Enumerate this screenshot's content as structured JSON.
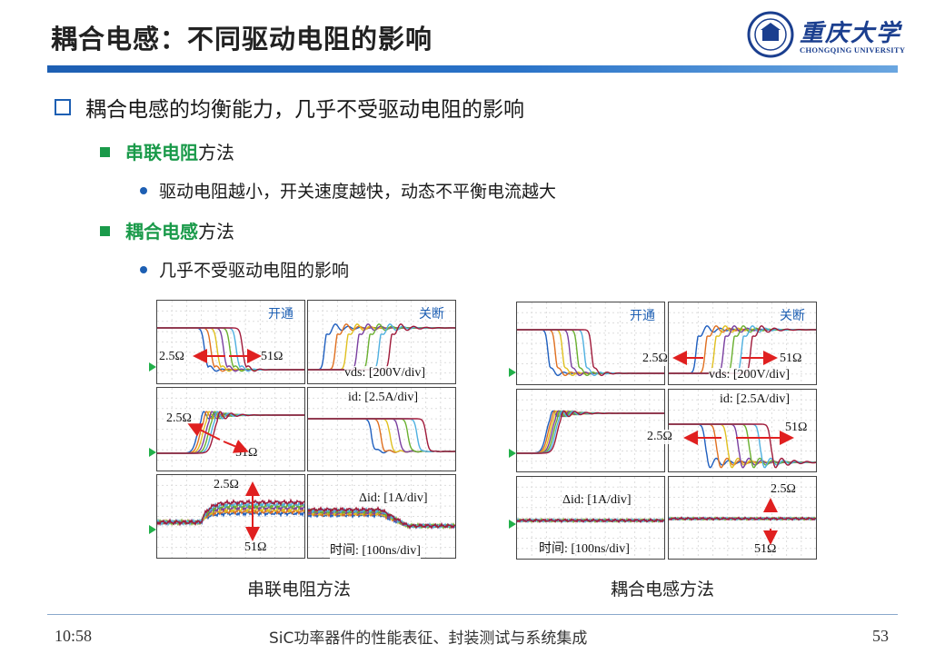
{
  "slide": {
    "title": "耦合电感：不同驱动电阻的影响",
    "logo": {
      "name": "重庆大学",
      "sub": "CHONGQING UNIVERSITY"
    }
  },
  "bullets": {
    "main": "耦合电感的均衡能力，几乎不受驱动电阻的影响",
    "series": {
      "highlight": "串联电阻",
      "rest": "方法",
      "detail": "驱动电阻越小，开关速度越快，动态不平衡电流越大"
    },
    "coupled": {
      "highlight": "耦合电感",
      "rest": "方法",
      "detail": "几乎不受驱动电阻的影响"
    }
  },
  "figure_left": {
    "caption": "串联电阻方法",
    "turn_on": "开通",
    "turn_off": "关断",
    "vds": "vds: [200V/div]",
    "id": "id: [2.5A/div]",
    "did": "Δid: [1A/div]",
    "time": "时间: [100ns/div]",
    "r_small": "2.5Ω",
    "r_large": "51Ω"
  },
  "figure_right": {
    "caption": "耦合电感方法",
    "turn_on": "开通",
    "turn_off": "关断",
    "vds": "vds: [200V/div]",
    "id": "id: [2.5A/div]",
    "did": "Δid: [1A/div]",
    "time": "时间: [100ns/div]",
    "r_small": "2.5Ω",
    "r_large": "51Ω"
  },
  "footer": {
    "time": "10:58",
    "title": "SiC功率器件的性能表征、封装测试与系统集成",
    "page": "53"
  },
  "colors": {
    "accent": "#1d5fb3",
    "highlight": "#1a9a4a",
    "arrow": "#e02020",
    "marker": "#22b04a"
  },
  "waveform_colors": [
    "#1f5fbf",
    "#e07020",
    "#e0c020",
    "#7a3fa0",
    "#6ab030",
    "#4fb0e0",
    "#a01a3a"
  ]
}
